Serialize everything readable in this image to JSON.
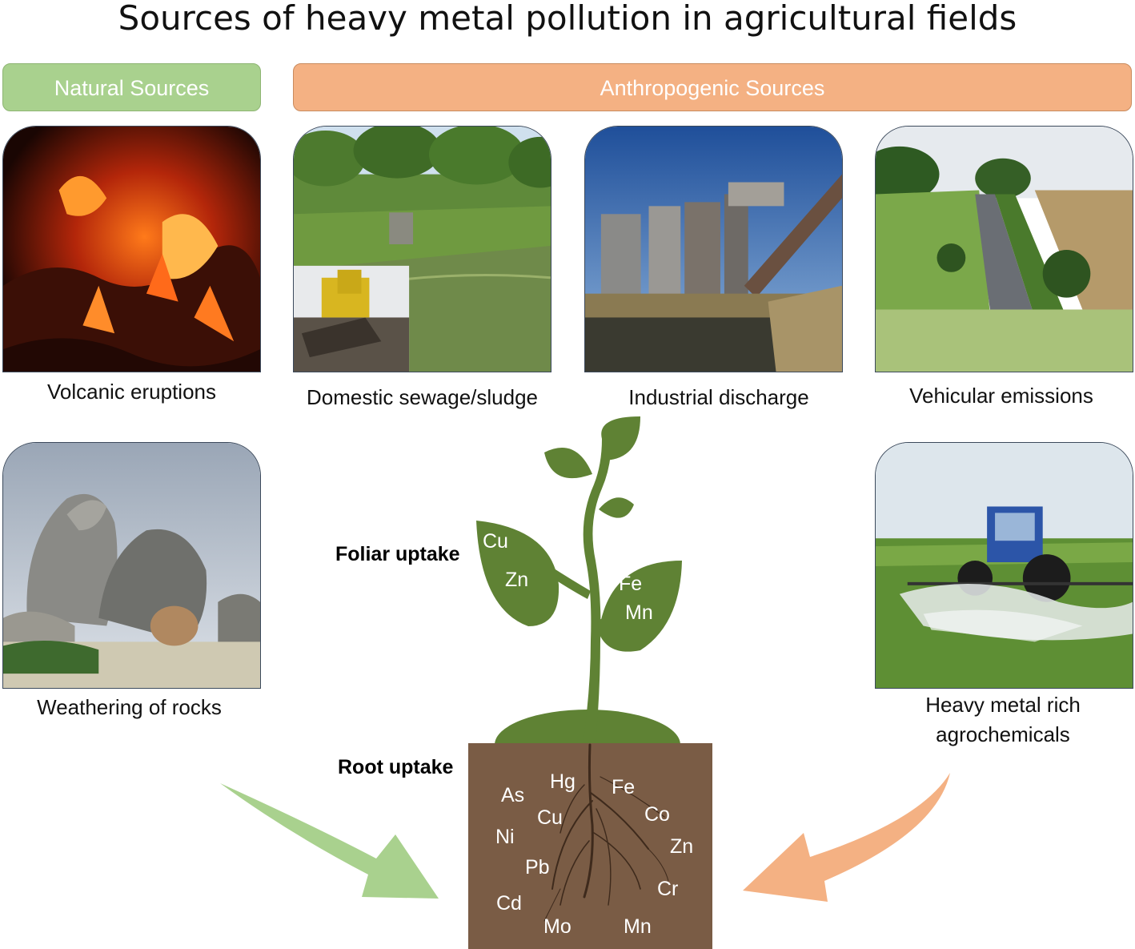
{
  "title": "Sources of heavy metal pollution in agricultural fields",
  "banners": {
    "natural": "Natural Sources",
    "anthropogenic": "Anthropogenic Sources"
  },
  "captions": {
    "volcanic": "Volcanic eruptions",
    "sewage": "Domestic sewage/sludge",
    "industrial": "Industrial discharge",
    "vehicular": "Vehicular emissions",
    "weathering": "Weathering of rocks",
    "agrochem_line1": "Heavy metal rich",
    "agrochem_line2": "agrochemicals"
  },
  "uptake": {
    "foliar": "Foliar uptake",
    "root": "Root uptake"
  },
  "leaf_metals": [
    "Cu",
    "Zn",
    "Fe",
    "Mn"
  ],
  "soil_metals": [
    "As",
    "Hg",
    "Fe",
    "Cu",
    "Co",
    "Ni",
    "Zn",
    "Pb",
    "Cr",
    "Cd",
    "Mo",
    "Mn"
  ],
  "colors": {
    "natural": "#a9d18e",
    "anthropogenic": "#f4b183",
    "plant": "#5f8234",
    "soil": "#7a5c45"
  }
}
